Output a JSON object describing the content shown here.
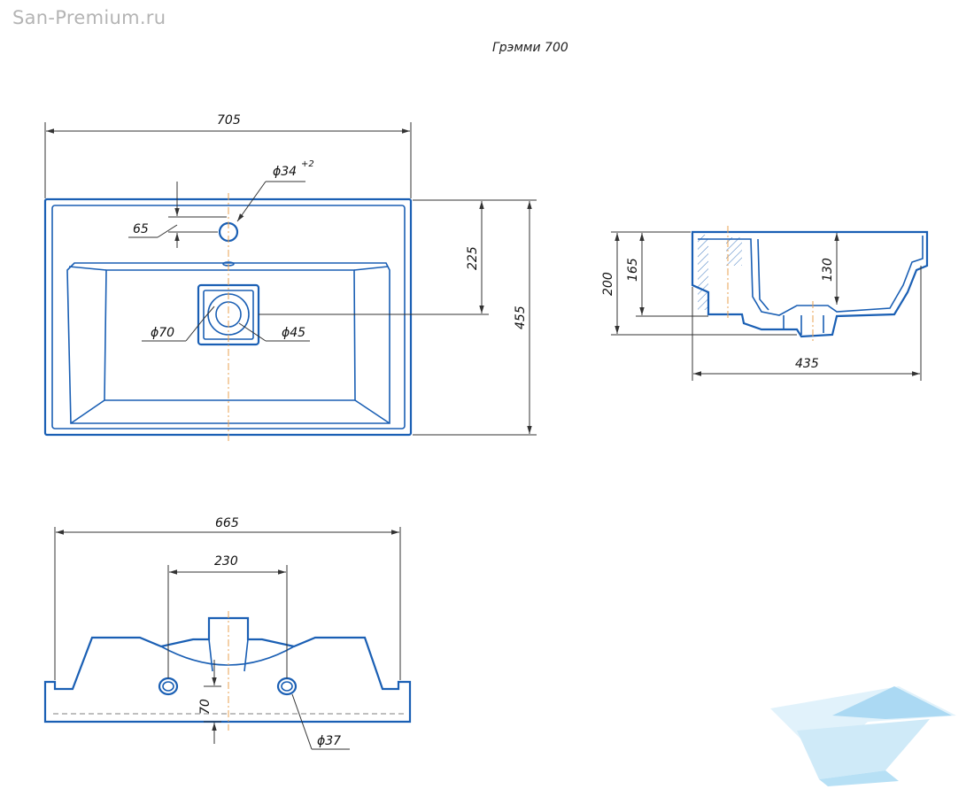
{
  "watermark": "San-Premium.ru",
  "title": "Грэмми 700",
  "top_view": {
    "width_label": "705",
    "faucet_hole_label": "ϕ34",
    "faucet_hole_tolerance": "+2",
    "faucet_offset_label": "65",
    "drain_offset_label": "225",
    "depth_label": "455",
    "drain_outer_label": "ϕ70",
    "drain_inner_label": "ϕ45"
  },
  "side_view": {
    "height_label": "200",
    "inner_height_label": "165",
    "bowl_depth_label": "130",
    "depth_label": "435"
  },
  "front_view": {
    "width_label": "665",
    "mount_spacing_label": "230",
    "mount_height_label": "70",
    "mount_hole_label": "ϕ37"
  },
  "colors": {
    "outline": "#1a5fb4",
    "dimension": "#333333",
    "centerline": "#e8a050",
    "logo": "#7cc4ea"
  }
}
